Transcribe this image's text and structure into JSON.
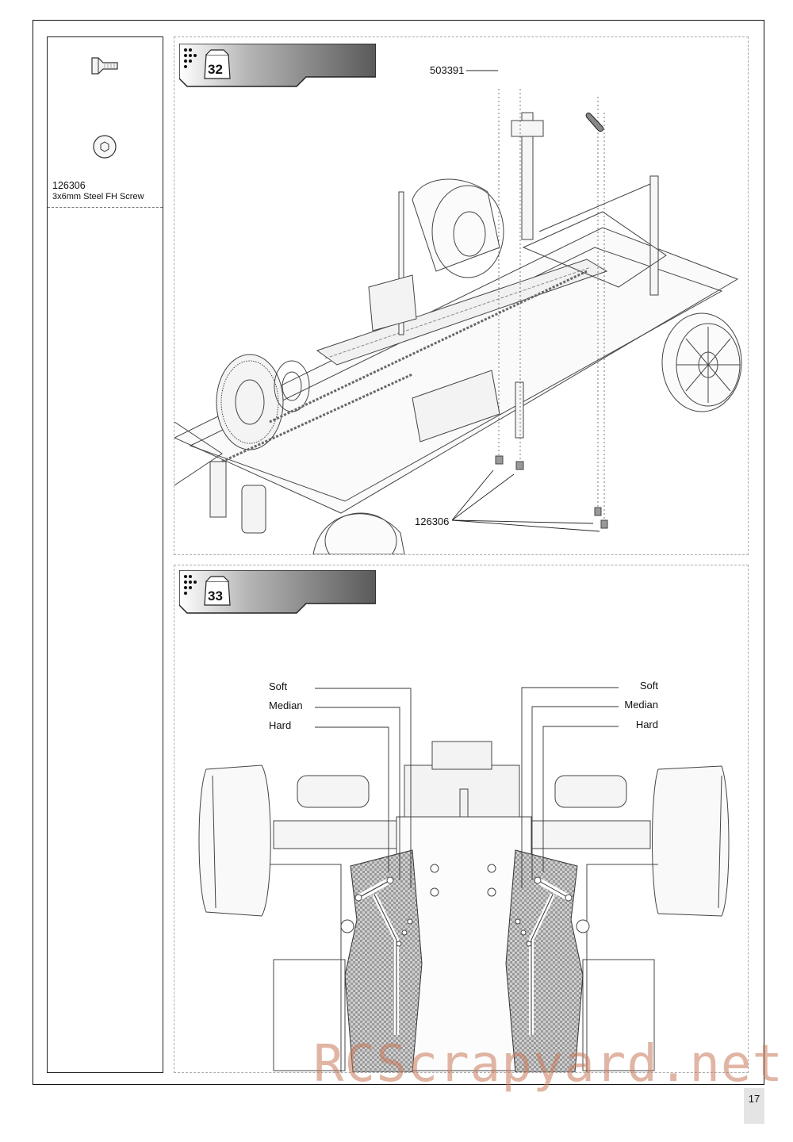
{
  "parts_column": {
    "part_number": "126306",
    "part_description": "3x6mm Steel FH Screw"
  },
  "steps": [
    {
      "number": "32",
      "callouts": [
        {
          "part": "503391"
        },
        {
          "part": "126306"
        }
      ]
    },
    {
      "number": "33",
      "left_labels": [
        "Soft",
        "Median",
        "Hard"
      ],
      "right_labels": [
        "Soft",
        "Median",
        "Hard"
      ]
    }
  ],
  "watermark": "RCScrapyard.net",
  "page_number": "17"
}
